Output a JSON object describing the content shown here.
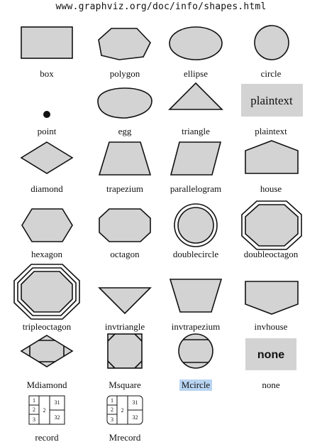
{
  "url": "www.graphviz.org/doc/info/shapes.html",
  "shapes": [
    {
      "id": "box",
      "label": "box"
    },
    {
      "id": "polygon",
      "label": "polygon"
    },
    {
      "id": "ellipse",
      "label": "ellipse"
    },
    {
      "id": "circle",
      "label": "circle"
    },
    {
      "id": "point",
      "label": "point"
    },
    {
      "id": "egg",
      "label": "egg"
    },
    {
      "id": "triangle",
      "label": "triangle"
    },
    {
      "id": "plaintext",
      "label": "plaintext",
      "inner_text": "plaintext"
    },
    {
      "id": "diamond",
      "label": "diamond"
    },
    {
      "id": "trapezium",
      "label": "trapezium"
    },
    {
      "id": "parallelogram",
      "label": "parallelogram"
    },
    {
      "id": "house",
      "label": "house"
    },
    {
      "id": "hexagon",
      "label": "hexagon"
    },
    {
      "id": "octagon",
      "label": "octagon"
    },
    {
      "id": "doublecircle",
      "label": "doublecircle"
    },
    {
      "id": "doubleoctagon",
      "label": "doubleoctagon"
    },
    {
      "id": "tripleoctagon",
      "label": "tripleoctagon"
    },
    {
      "id": "invtriangle",
      "label": "invtriangle"
    },
    {
      "id": "invtrapezium",
      "label": "invtrapezium"
    },
    {
      "id": "invhouse",
      "label": "invhouse"
    },
    {
      "id": "Mdiamond",
      "label": "Mdiamond"
    },
    {
      "id": "Msquare",
      "label": "Msquare"
    },
    {
      "id": "Mcircle",
      "label": "Mcircle",
      "highlighted": true
    },
    {
      "id": "none",
      "label": "none",
      "inner_text": "none"
    },
    {
      "id": "record",
      "label": "record",
      "cells": [
        "1",
        "2",
        "3",
        "2",
        "31",
        "32"
      ]
    },
    {
      "id": "Mrecord",
      "label": "Mrecord",
      "cells": [
        "1",
        "2",
        "3",
        "2",
        "31",
        "32"
      ]
    }
  ],
  "colors": {
    "fill": "#d3d3d3",
    "stroke": "#111111",
    "selection": "#b8d4f2"
  }
}
